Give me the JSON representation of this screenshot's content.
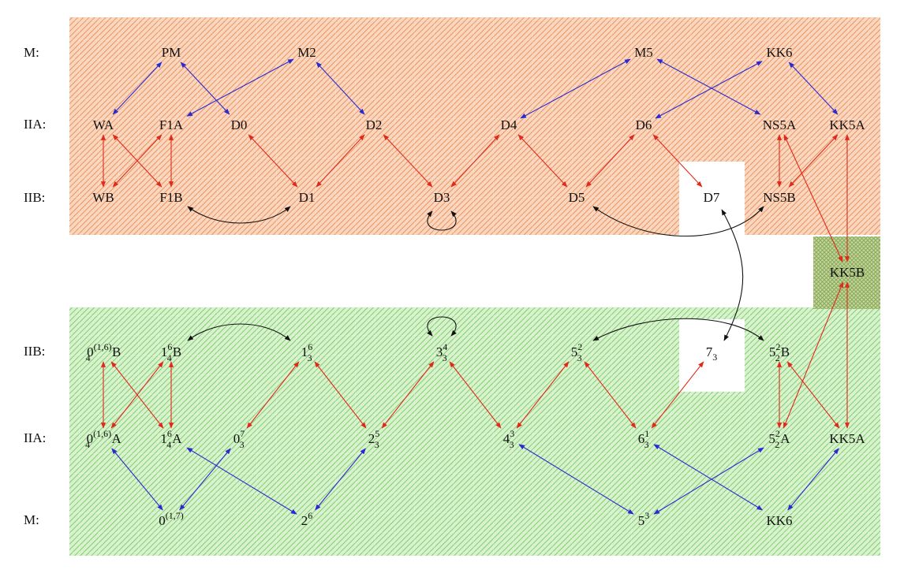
{
  "rows": {
    "top_m": "M:",
    "top_iia": "IIA:",
    "top_iib": "IIB:",
    "bot_iib": "IIB:",
    "bot_iia": "IIA:",
    "bot_m": "M:"
  },
  "colors": {
    "orange_region": "#f7c9a8",
    "orange_hatch": "#e9834a",
    "green_region": "#cdeec0",
    "green_hatch": "#6dc95a",
    "olive_region": "#bfd79a",
    "red_arrow": "#e02a1a",
    "blue_arrow": "#2a2ad0",
    "black_arrow": "#111111",
    "cutout": "#ffffff"
  },
  "nodes": {
    "PM": {
      "base": "PM"
    },
    "M2": {
      "base": "M2"
    },
    "M5": {
      "base": "M5"
    },
    "KK6t": {
      "base": "KK6"
    },
    "WA": {
      "base": "WA"
    },
    "F1A": {
      "base": "F1A"
    },
    "D0": {
      "base": "D0"
    },
    "D2": {
      "base": "D2"
    },
    "D4": {
      "base": "D4"
    },
    "D6": {
      "base": "D6"
    },
    "NS5A": {
      "base": "NS5A"
    },
    "KK5At": {
      "base": "KK5A"
    },
    "WB": {
      "base": "WB"
    },
    "F1B": {
      "base": "F1B"
    },
    "D1": {
      "base": "D1"
    },
    "D3": {
      "base": "D3"
    },
    "D5": {
      "base": "D5"
    },
    "D7": {
      "base": "D7"
    },
    "NS5B": {
      "base": "NS5B"
    },
    "KK5B": {
      "base": "KK5B"
    },
    "b0B": {
      "base": "0",
      "sup": "(1,6)",
      "sub": "4",
      "tail": "B"
    },
    "b1B": {
      "base": "1",
      "sup": "6",
      "sub": "4",
      "tail": "B"
    },
    "b13": {
      "base": "1",
      "sup": "6",
      "sub": "3",
      "tail": ""
    },
    "b33": {
      "base": "3",
      "sup": "4",
      "sub": "3",
      "tail": ""
    },
    "b53": {
      "base": "5",
      "sup": "2",
      "sub": "3",
      "tail": ""
    },
    "b73": {
      "base": "7",
      "sup": "",
      "sub": "3",
      "tail": ""
    },
    "b52B": {
      "base": "5",
      "sup": "2",
      "sub": "2",
      "tail": "B"
    },
    "a0A": {
      "base": "0",
      "sup": "(1,6)",
      "sub": "4",
      "tail": "A"
    },
    "a1A": {
      "base": "1",
      "sup": "6",
      "sub": "4",
      "tail": "A"
    },
    "a07": {
      "base": "0",
      "sup": "7",
      "sub": "3",
      "tail": ""
    },
    "a25": {
      "base": "2",
      "sup": "5",
      "sub": "3",
      "tail": ""
    },
    "a43": {
      "base": "4",
      "sup": "3",
      "sub": "3",
      "tail": ""
    },
    "a61": {
      "base": "6",
      "sup": "1",
      "sub": "3",
      "tail": ""
    },
    "a52A": {
      "base": "5",
      "sup": "2",
      "sub": "2",
      "tail": "A"
    },
    "aKK5A": {
      "base": "KK5A",
      "sup": "",
      "sub": "",
      "tail": ""
    },
    "m0": {
      "base": "0",
      "sup": "(1,7)",
      "sub": "",
      "tail": ""
    },
    "m2": {
      "base": "2",
      "sup": "6",
      "sub": "",
      "tail": ""
    },
    "m5": {
      "base": "5",
      "sup": "3",
      "sub": "",
      "tail": ""
    },
    "mKK6": {
      "base": "KK6",
      "sup": "",
      "sub": "",
      "tail": ""
    }
  }
}
